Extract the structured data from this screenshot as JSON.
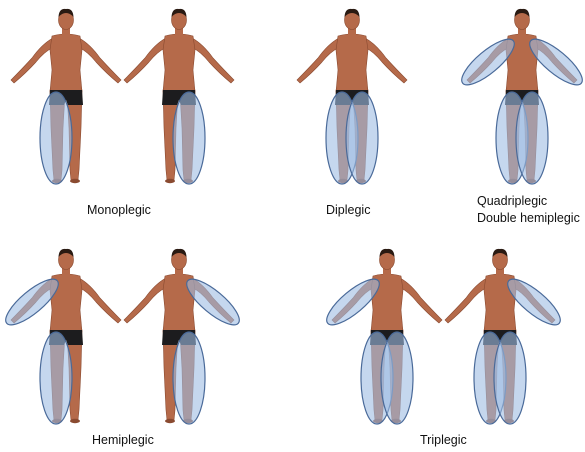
{
  "colors": {
    "skin": "#b56a4a",
    "skin_shadow": "#8a4a30",
    "hair": "#2a1a12",
    "shorts": "#1c1c1e",
    "highlight_fill": "#9fbde3",
    "highlight_stroke": "#4a6a99"
  },
  "panels": [
    {
      "id": "monoplegic",
      "labels": [
        "Monoplegic"
      ],
      "figures": [
        {
          "icon": "human-figure",
          "highlight": [
            "left-leg"
          ]
        },
        {
          "icon": "human-figure",
          "highlight": [
            "right-leg"
          ]
        }
      ]
    },
    {
      "id": "diplegic",
      "labels": [
        "Diplegic"
      ],
      "figures": [
        {
          "icon": "human-figure",
          "highlight": [
            "left-leg",
            "right-leg"
          ]
        }
      ]
    },
    {
      "id": "quadriplegic",
      "labels": [
        "Quadriplegic",
        "Double hemiplegic"
      ],
      "figures": [
        {
          "icon": "human-figure",
          "highlight": [
            "left-arm",
            "right-arm",
            "left-leg",
            "right-leg"
          ]
        }
      ]
    },
    {
      "id": "hemiplegic",
      "labels": [
        "Hemiplegic"
      ],
      "figures": [
        {
          "icon": "human-figure",
          "highlight": [
            "left-arm",
            "left-leg"
          ]
        },
        {
          "icon": "human-figure",
          "highlight": [
            "right-arm",
            "right-leg"
          ]
        }
      ]
    },
    {
      "id": "triplegic",
      "labels": [
        "Triplegic"
      ],
      "figures": [
        {
          "icon": "human-figure",
          "highlight": [
            "left-arm",
            "left-leg",
            "right-leg"
          ]
        },
        {
          "icon": "human-figure",
          "highlight": [
            "right-arm",
            "left-leg",
            "right-leg"
          ]
        }
      ]
    }
  ]
}
